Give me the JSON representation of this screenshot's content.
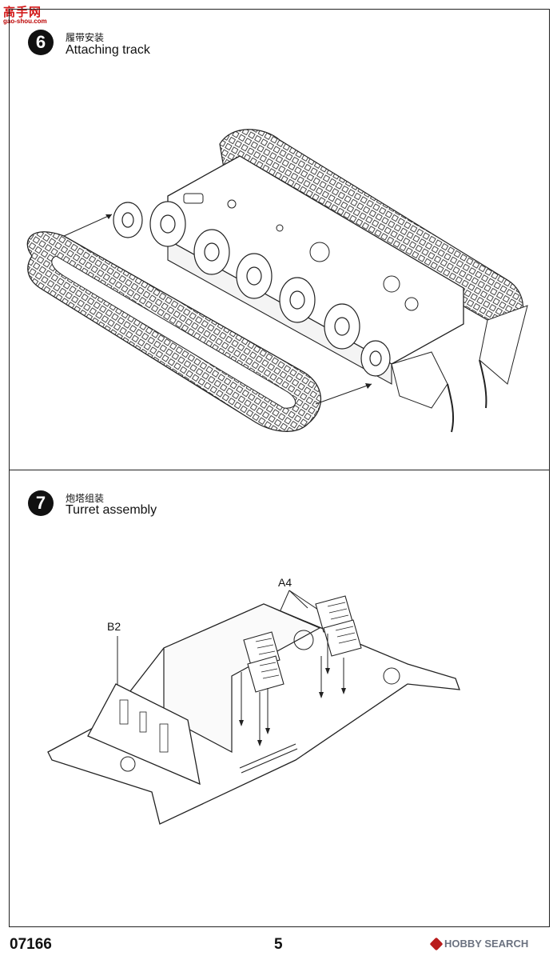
{
  "watermark": {
    "logo": "高手网",
    "url": "gao-shou.com"
  },
  "steps": [
    {
      "number": "6",
      "title_cn": "履带安装",
      "title_en": "Attaching track"
    },
    {
      "number": "7",
      "title_cn": "炮塔组装",
      "title_en": "Turret assembly"
    }
  ],
  "callouts": {
    "b2": "B2",
    "a4": "A4"
  },
  "footer": {
    "product_code": "07166",
    "page_number": "5",
    "site_logo": "HOBBY SEARCH"
  }
}
